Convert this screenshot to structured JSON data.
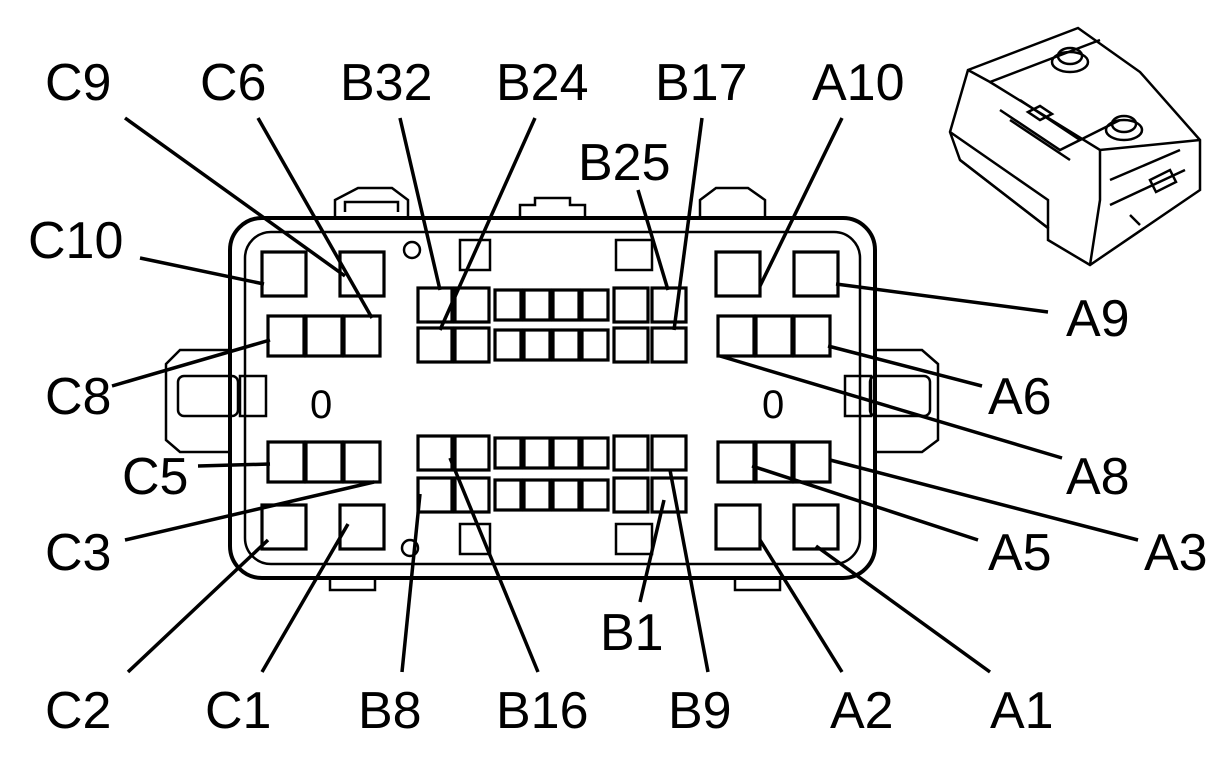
{
  "colors": {
    "line": "#000000",
    "background": "#ffffff"
  },
  "icons": [
    "connector-3d-icon"
  ],
  "labels": {
    "c9": "C9",
    "c6": "C6",
    "b32": "B32",
    "b24": "B24",
    "b17": "B17",
    "a10": "A10",
    "b25": "B25",
    "c10": "C10",
    "a9": "A9",
    "c8": "C8",
    "a6": "A6",
    "a8": "A8",
    "c5": "C5",
    "c3": "C3",
    "a5": "A5",
    "a3": "A3",
    "b1": "B1",
    "c2": "C2",
    "c1": "C1",
    "b8": "B8",
    "b16": "B16",
    "b9": "B9",
    "a2": "A2",
    "a1": "A1"
  },
  "body_marks": {
    "left_zero": "0",
    "right_zero": "0"
  }
}
